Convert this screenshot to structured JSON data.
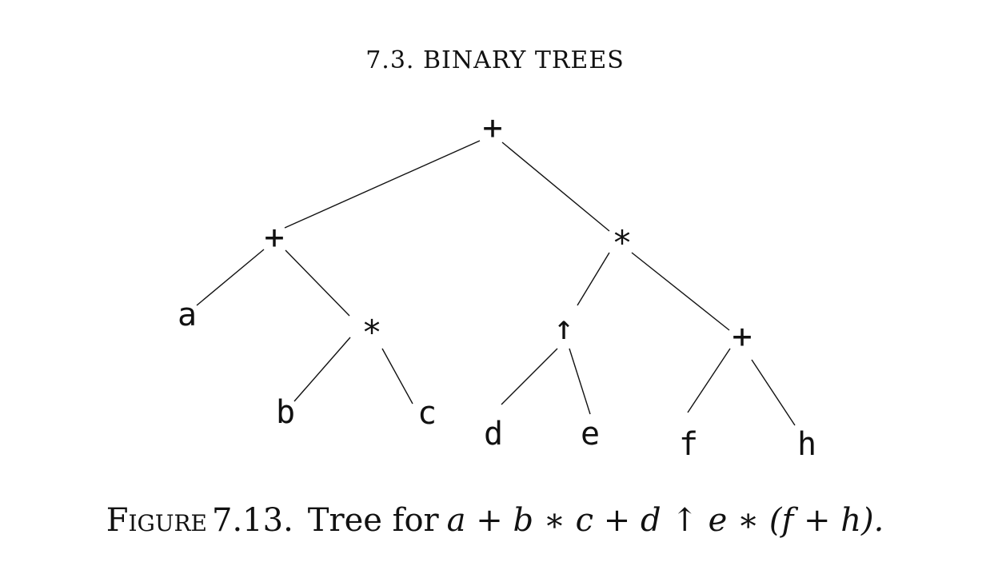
{
  "header": {
    "running_title": "7.3. BINARY TREES"
  },
  "tree": {
    "nodes": {
      "root": "+",
      "left_plus": "+",
      "a": "a",
      "left_star": "*",
      "b": "b",
      "c": "c",
      "right_star": "*",
      "up_arrow": "↑",
      "d": "d",
      "e": "e",
      "right_plus": "+",
      "f": "f",
      "h": "h"
    }
  },
  "caption": {
    "figure_word": "Figure",
    "figure_number": "7.13.",
    "text": "Tree for",
    "expression": "a + b ∗ c + d ↑ e ∗ (f + h)."
  }
}
